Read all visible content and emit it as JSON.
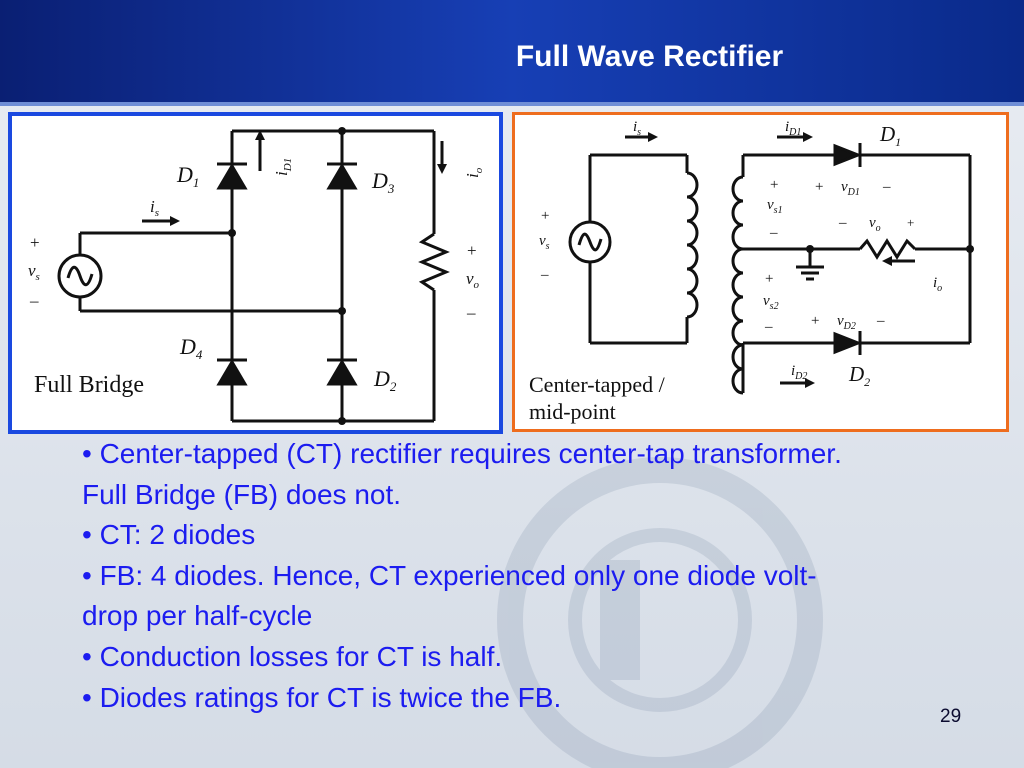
{
  "slide": {
    "title": "Full Wave Rectifier",
    "page_number": "29"
  },
  "full_bridge": {
    "caption": "Full Bridge",
    "labels": {
      "D1": "D",
      "D1_sub": "1",
      "D2": "D",
      "D2_sub": "2",
      "D3": "D",
      "D3_sub": "3",
      "D4": "D",
      "D4_sub": "4",
      "is": "i",
      "is_sub": "s",
      "iD1": "i",
      "iD1_sub": "D1",
      "io": "i",
      "io_sub": "o",
      "vs": "v",
      "vs_sub": "s",
      "vo": "v",
      "vo_sub": "o",
      "plus": "+",
      "minus": "–"
    }
  },
  "center_tapped": {
    "caption_line1": "Center-tapped /",
    "caption_line2": "mid-point",
    "labels": {
      "is": "i",
      "is_sub": "s",
      "iD1": "i",
      "iD1_sub": "D1",
      "D1": "D",
      "D1_sub": "1",
      "D2": "D",
      "D2_sub": "2",
      "vD1": "v",
      "vD1_sub": "D1",
      "vD2": "v",
      "vD2_sub": "D2",
      "vs": "v",
      "vs_sub": "s",
      "vs1": "v",
      "vs1_sub": "s1",
      "vs2": "v",
      "vs2_sub": "s2",
      "vo": "v",
      "vo_sub": "o",
      "io": "i",
      "io_sub": "o",
      "iD2": "i",
      "iD2_sub": "D2",
      "plus": "+",
      "minus": "–"
    }
  },
  "bullets": [
    "• Center-tapped (CT) rectifier requires center-tap transformer. Full Bridge (FB) does not.",
    "• CT: 2 diodes",
    "• FB: 4 diodes. Hence, CT experienced only one diode volt-drop per half-cycle",
    "• Conduction losses for CT is half.",
    "• Diodes ratings for CT is twice the FB."
  ],
  "colors": {
    "header_blue": "#0d2a8c",
    "full_bridge_border": "#1a49e0",
    "center_tapped_border": "#ee6d1e",
    "bullet_text": "#1c1cf0"
  }
}
